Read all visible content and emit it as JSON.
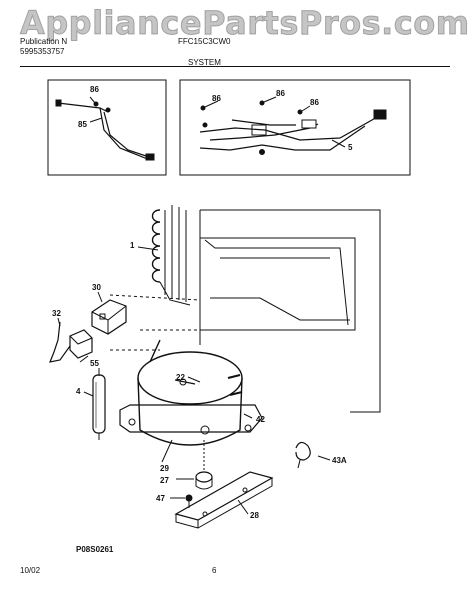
{
  "watermark": "AppliancePartsPros.com",
  "header": {
    "publication_label": "Publication N",
    "publication_number": "5995353757",
    "model": "FFC15C3CW0",
    "section_title": "SYSTEM"
  },
  "part_callouts": {
    "upper_left": [
      "86",
      "85"
    ],
    "upper_right": [
      "86",
      "86",
      "86",
      "5"
    ],
    "main": [
      "1",
      "30",
      "32",
      "55",
      "4",
      "22",
      "42",
      "29",
      "27",
      "47",
      "28",
      "43A"
    ]
  },
  "figure_code": "P08S0261",
  "footer": {
    "date": "10/02",
    "page_number": "6"
  },
  "colors": {
    "line": "#111111",
    "watermark": "#969696"
  }
}
